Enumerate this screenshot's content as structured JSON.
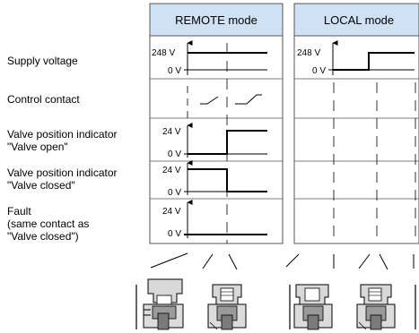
{
  "columns": {
    "remote": {
      "title": "REMOTE mode"
    },
    "local": {
      "title": "LOCAL mode"
    }
  },
  "rows": {
    "supply": {
      "label": "Supply voltage",
      "top_tick": "248 V",
      "bottom_tick": "0 V"
    },
    "control": {
      "label": "Control contact"
    },
    "open": {
      "label_line1": "Valve position indicator",
      "label_line2": "\"Valve open\"",
      "top_tick": "24 V",
      "bottom_tick": "0 V"
    },
    "closed": {
      "label_line1": "Valve position indicator",
      "label_line2": "\"Valve closed\"",
      "top_tick": "24 V",
      "bottom_tick": "0 V"
    },
    "fault": {
      "label_line1": "Fault",
      "label_line2": "(same contact as",
      "label_line3": "\"Valve closed\")",
      "top_tick": "24 V",
      "bottom_tick": "0 V"
    }
  },
  "local_supply": {
    "top_tick": "248 V",
    "bottom_tick": "0 V"
  },
  "colors": {
    "header_fill": "#cfe2f5",
    "line": "#000000",
    "frame": "#555555"
  }
}
